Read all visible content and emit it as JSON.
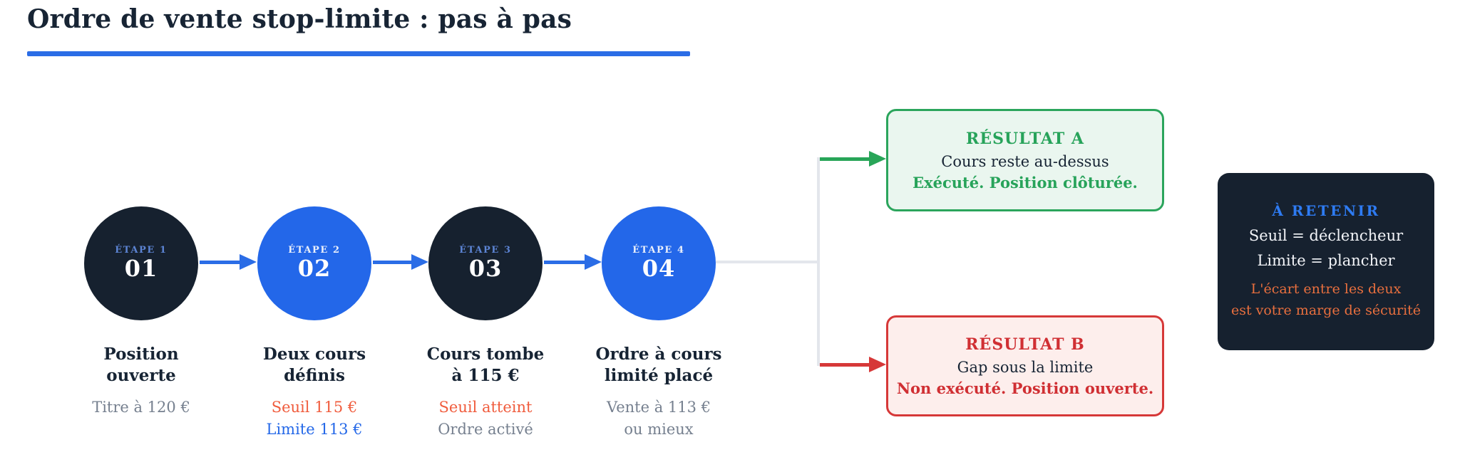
{
  "title": "Ordre de vente stop-limite : pas à pas",
  "colors": {
    "navy": "#16212f",
    "accent_blue": "#2367e9",
    "underline_blue": "#2b6de6",
    "orange": "#f05c3d",
    "gray": "#76808f",
    "green": "#27a35a",
    "red": "#d02f33",
    "connector_gray": "#e3e6ec",
    "note_heading_blue": "#2e7bf2",
    "note_accent_orange": "#e86f3e"
  },
  "steps": [
    {
      "badge": "ÉTAPE 1",
      "number": "01",
      "title": "Position\nouverte",
      "details": [
        {
          "text": "Titre à 120 €",
          "color": "gray"
        }
      ]
    },
    {
      "badge": "ÉTAPE 2",
      "number": "02",
      "title": "Deux cours\ndéfinis",
      "details": [
        {
          "text": "Seuil 115 €",
          "color": "orange"
        },
        {
          "text": "Limite 113 €",
          "color": "blue"
        }
      ]
    },
    {
      "badge": "ÉTAPE 3",
      "number": "03",
      "title": "Cours tombe\nà 115 €",
      "details": [
        {
          "text": "Seuil atteint",
          "color": "orange"
        },
        {
          "text": "Ordre activé",
          "color": "gray"
        }
      ]
    },
    {
      "badge": "ÉTAPE 4",
      "number": "04",
      "title": "Ordre à cours\nlimité placé",
      "details": [
        {
          "text": "Vente à 113 €",
          "color": "gray"
        },
        {
          "text": "ou mieux",
          "color": "gray"
        }
      ]
    }
  ],
  "results": {
    "a": {
      "heading": "RÉSULTAT A",
      "line1": "Cours reste au-dessus",
      "line2": "Exécuté. Position clôturée."
    },
    "b": {
      "heading": "RÉSULTAT B",
      "line1": "Gap sous la limite",
      "line2": "Non exécuté. Position ouverte."
    }
  },
  "note": {
    "heading": "À RETENIR",
    "line1": "Seuil = déclencheur",
    "line2": "Limite = plancher",
    "accent": "L'écart entre les deux\nest votre marge de sécurité"
  }
}
